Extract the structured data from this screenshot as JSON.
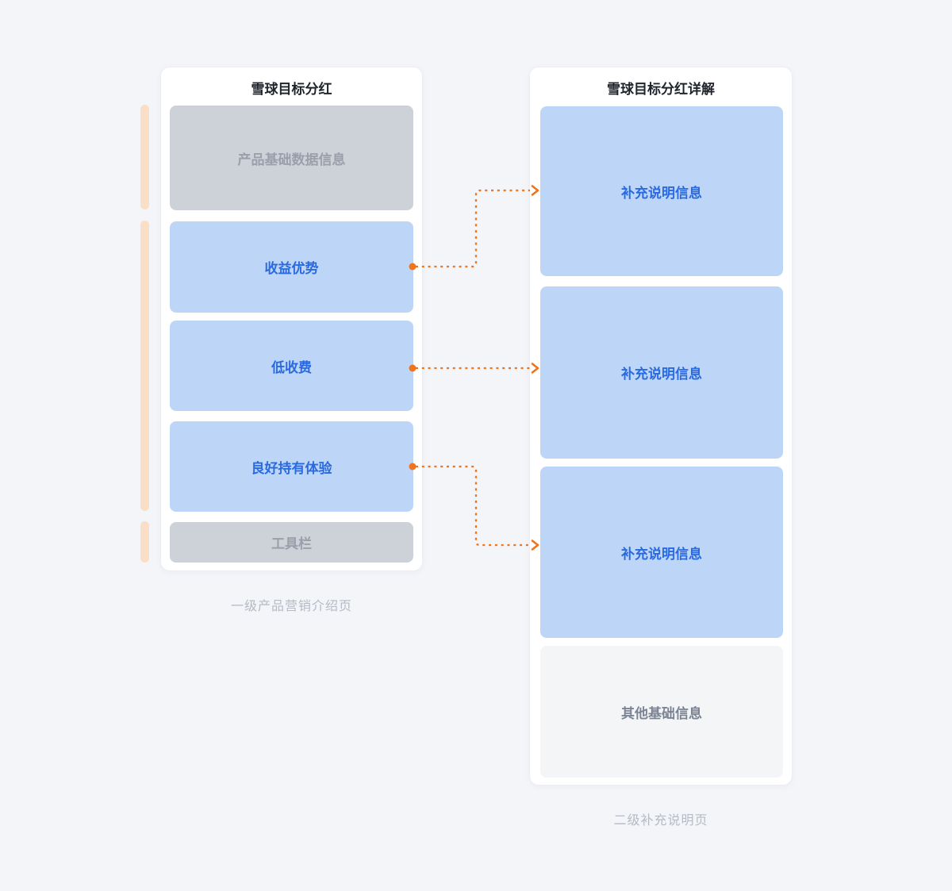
{
  "diagram": {
    "type": "page-structure-mapping-flow",
    "left_panel": {
      "title": "雪球目标分红",
      "caption": "一级产品营销介绍页",
      "blocks": [
        {
          "label": "产品基础数据信息",
          "style": "muted"
        },
        {
          "label": "收益优势",
          "style": "highlight"
        },
        {
          "label": "低收费",
          "style": "highlight"
        },
        {
          "label": "良好持有体验",
          "style": "highlight"
        },
        {
          "label": "工具栏",
          "style": "muted"
        }
      ]
    },
    "right_panel": {
      "title": "雪球目标分红详解",
      "caption": "二级补充说明页",
      "blocks": [
        {
          "label": "补充说明信息",
          "style": "highlight"
        },
        {
          "label": "补充说明信息",
          "style": "highlight"
        },
        {
          "label": "补充说明信息",
          "style": "highlight"
        },
        {
          "label": "其他基础信息",
          "style": "plain"
        }
      ]
    },
    "connectors": [
      {
        "from": "收益优势",
        "to": "补充说明信息 (1)",
        "line_style": "dotted",
        "arrow": "right"
      },
      {
        "from": "低收费",
        "to": "补充说明信息 (2)",
        "line_style": "dotted",
        "arrow": "right"
      },
      {
        "from": "良好持有体验",
        "to": "补充说明信息 (3)",
        "line_style": "dotted",
        "arrow": "right"
      }
    ],
    "accent_bars_count": 3
  },
  "colors": {
    "page_background": "#f3f5f9",
    "panel_background": "#ffffff",
    "panel_border": "#eceef4",
    "block_highlight_bg": "#bdd6f8",
    "block_highlight_text": "#2a6ae0",
    "block_muted_bg": "#cdd1d8",
    "block_muted_text": "#99a0ac",
    "block_plain_bg": "#f4f5f7",
    "block_plain_text": "#7b8494",
    "title_text": "#20242c",
    "caption_text": "#b5bac4",
    "connector_orange": "#f0731e",
    "accent_bar_peach": "#fadec6"
  }
}
